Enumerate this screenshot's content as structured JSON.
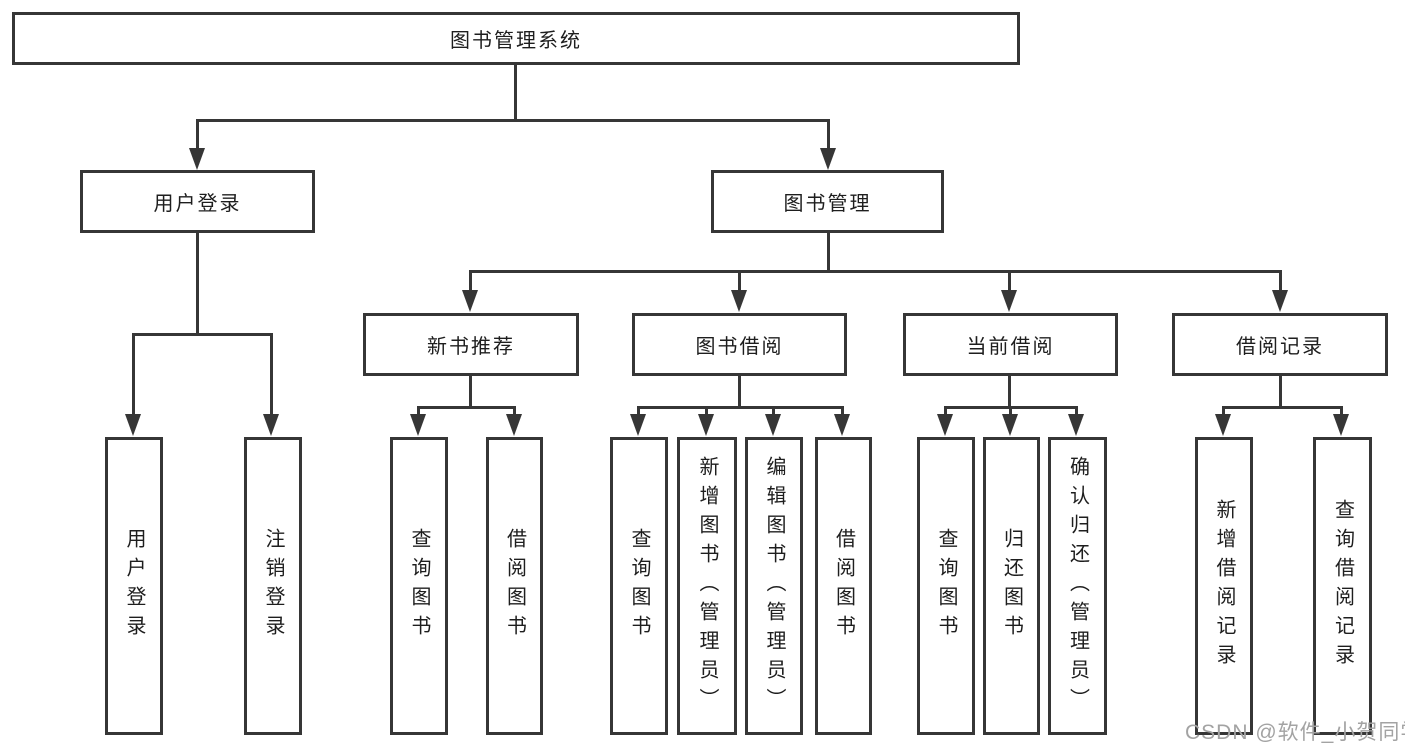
{
  "diagram": {
    "type": "tree",
    "root": {
      "label": "图书管理系统",
      "children": [
        {
          "label": "用户登录",
          "children": [
            {
              "label": "用户登录"
            },
            {
              "label": "注销登录"
            }
          ]
        },
        {
          "label": "图书管理",
          "children": [
            {
              "label": "新书推荐",
              "children": [
                {
                  "label": "查询图书"
                },
                {
                  "label": "借阅图书"
                }
              ]
            },
            {
              "label": "图书借阅",
              "children": [
                {
                  "label": "查询图书"
                },
                {
                  "label": "新增图书（管理员）"
                },
                {
                  "label": "编辑图书（管理员）"
                },
                {
                  "label": "借阅图书"
                }
              ]
            },
            {
              "label": "当前借阅",
              "children": [
                {
                  "label": "查询图书"
                },
                {
                  "label": "归还图书"
                },
                {
                  "label": "确认归还（管理员）"
                }
              ]
            },
            {
              "label": "借阅记录",
              "children": [
                {
                  "label": "新增借阅记录"
                },
                {
                  "label": "查询借阅记录"
                }
              ]
            }
          ]
        }
      ]
    },
    "watermark": "CSDN @软件_小贺同学",
    "colors": {
      "line": "#363636",
      "text": "#1e1e1e",
      "watermark": "#a3a3a3",
      "background": "#ffffff"
    }
  }
}
